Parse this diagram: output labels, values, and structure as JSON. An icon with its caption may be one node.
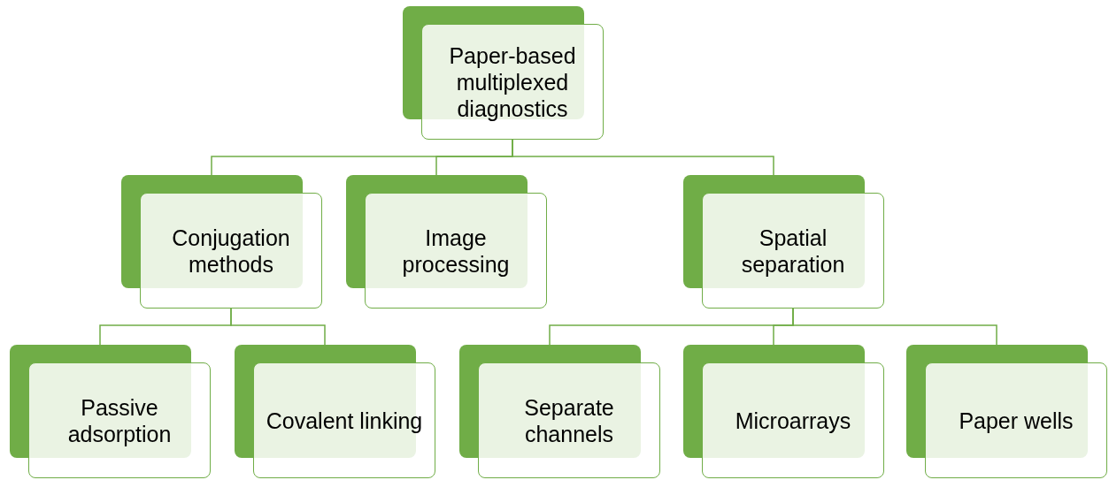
{
  "diagram": {
    "nodes": [
      {
        "text": [
          "Paper-based multiplexed diagnostics"
        ]
      },
      {
        "text": [
          "Conjugation methods"
        ]
      },
      {
        "text": [
          "Image processing"
        ]
      },
      {
        "text": [
          "Spatial separation"
        ]
      },
      {
        "text": [
          "Passive adsorption"
        ]
      },
      {
        "text": [
          "Covalent linking"
        ]
      },
      {
        "text": [
          "Separate channels"
        ]
      },
      {
        "text": [
          "Microarrays"
        ]
      },
      {
        "text": [
          "Paper wells"
        ]
      }
    ],
    "edges": [
      {
        "from": 0,
        "to": 1,
        "arrow": "none"
      },
      {
        "from": 0,
        "to": 2,
        "arrow": "none"
      },
      {
        "from": 0,
        "to": 3,
        "arrow": "none"
      },
      {
        "from": 1,
        "to": 4,
        "arrow": "none"
      },
      {
        "from": 1,
        "to": 5,
        "arrow": "none"
      },
      {
        "from": 3,
        "to": 6,
        "arrow": "none"
      },
      {
        "from": 3,
        "to": 7,
        "arrow": "none"
      },
      {
        "from": 3,
        "to": 8,
        "arrow": "none"
      }
    ]
  }
}
